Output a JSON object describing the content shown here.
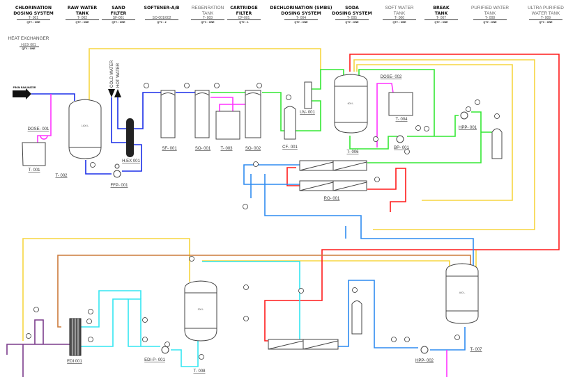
{
  "header": [
    {
      "title": [
        "CHLORINATION",
        "DOSING SYSTEM"
      ],
      "tag": "T- 001",
      "qty": "QTY. : ONE",
      "bold": true
    },
    {
      "title": [
        "RAW WATER",
        "TANK"
      ],
      "tag": "T- 002",
      "qty": "QTY. : ONE",
      "bold": true
    },
    {
      "title": [
        "SAND",
        "FILTER"
      ],
      "tag": "SF-001",
      "qty": "QTY. : ONE",
      "bold": true
    },
    {
      "title": [
        "SOFTENER-A/B",
        ""
      ],
      "tag": "SO-001/002",
      "qty": "QTY. : 2",
      "bold": true
    },
    {
      "title": [
        "REGENRATION",
        "TANK"
      ],
      "tag": "T- 003",
      "qty": "QTY. : ONE",
      "bold": false
    },
    {
      "title": [
        "CARTRIDGE",
        "FILTER"
      ],
      "tag": "CF-001",
      "qty": "QTY. : 1",
      "bold": true
    },
    {
      "title": [
        "DECHLORINATION (SMBS)",
        "DOSING SYSTEM"
      ],
      "tag": "T- 004",
      "qty": "QTY. : ONE",
      "bold": true
    },
    {
      "title": [
        "SODA",
        "DOSING SYSTEM"
      ],
      "tag": "T- 005",
      "qty": "QTY. : ONE",
      "bold": true
    },
    {
      "title": [
        "SOFT WATER",
        "TANK"
      ],
      "tag": "T- 006",
      "qty": "QTY. : ONE",
      "bold": false
    },
    {
      "title": [
        "BREAK",
        "TANK"
      ],
      "tag": "T- 007",
      "qty": "QTY. : ONE",
      "bold": true
    },
    {
      "title": [
        "PURIFIED WATER",
        "TANK"
      ],
      "tag": "T- 008",
      "qty": "QTY. : ONE",
      "bold": false
    },
    {
      "title": [
        "ULTRA PURIFIED",
        "WATER TANK"
      ],
      "tag": "T- 009",
      "qty": "QTY. : ONE",
      "bold": false
    }
  ],
  "heat_exchanger_header": {
    "title": "HEAT EXCHANGER",
    "tag": "H.EX 001",
    "qty": "QTY. : ONE"
  },
  "annotations": {
    "from_raw_water": "FROM RAW WATER",
    "cold_water": "COLD WATER",
    "hot_water": "HOT WATER"
  },
  "equipment": {
    "dose_001": "DOSE- 001",
    "t_001": "T- 001",
    "t_002": "T- 002",
    "t_002_cap": "1400 L",
    "ffp_001": "FFP- 001",
    "hex_001": "H.EX 001",
    "sf_001": "SF- 001",
    "so_001": "SO- 001",
    "t_003": "T- 003",
    "so_002": "SO- 002",
    "cf_001": "CF- 001",
    "uv_001": "UV- 001",
    "t_006": "T- 006",
    "t_006_cap": "600 L",
    "dose_002": "DOSE- 002",
    "t_004": "T- 004",
    "bp_001": "BP- 001",
    "hpp_001": "HPP- 001",
    "ro_001": "RO- 001",
    "edi_001": "EDI 001",
    "edi_p_001": "EDI-P- 001",
    "t_008": "T- 008",
    "t_008_cap": "300 L",
    "t_007": "T- 007",
    "t_007_cap": "400 L",
    "hpp_002": "HPP- 002"
  },
  "line_colors": {
    "raw_water": "#1a2ee8",
    "soft_water": "#33e833",
    "ro_feed": "#2f8cf0",
    "ro_reject": "#ff1a1a",
    "purified": "#33e6f2",
    "return_yellow": "#f7d540",
    "return_orange": "#cc7a3a",
    "dosing": "#ff33ff",
    "edi_product": "#7b3c8c"
  }
}
